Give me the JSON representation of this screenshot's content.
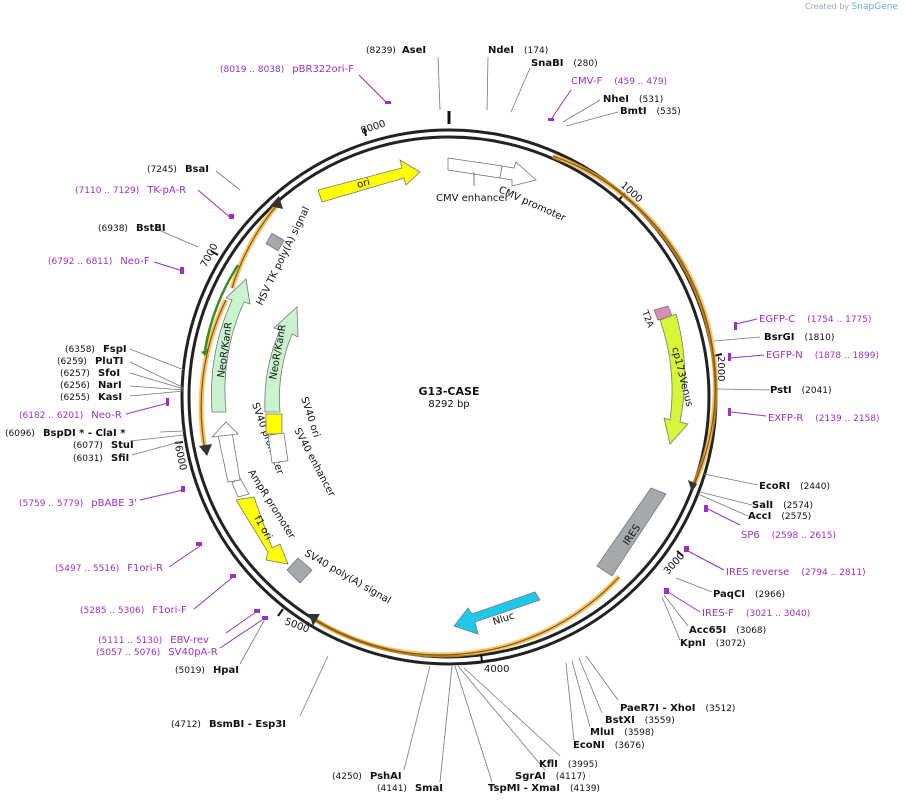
{
  "credit": {
    "prefix": "Created by",
    "brand": "SnapGene"
  },
  "plasmid": {
    "name": "G13-CASE",
    "size": "8292 bp"
  },
  "ticks": [
    "1000",
    "2000",
    "3000",
    "4000",
    "5000",
    "6000",
    "7000",
    "8000"
  ],
  "sites": [
    {
      "pos": "(8239)",
      "name": "AseI"
    },
    {
      "pos": "(174)",
      "name": "NdeI"
    },
    {
      "pos": "(280)",
      "name": "SnaBI"
    },
    {
      "pos": "(531)",
      "name": "NheI"
    },
    {
      "pos": "(535)",
      "name": "BmtI"
    },
    {
      "pos": "(1810)",
      "name": "BsrGI"
    },
    {
      "pos": "(2041)",
      "name": "PstI"
    },
    {
      "pos": "(2440)",
      "name": "EcoRI"
    },
    {
      "pos": "(2574)",
      "name": "SalI"
    },
    {
      "pos": "(2575)",
      "name": "AccI"
    },
    {
      "pos": "(2966)",
      "name": "PaqCI"
    },
    {
      "pos": "(3068)",
      "name": "Acc65I"
    },
    {
      "pos": "(3072)",
      "name": "KpnI"
    },
    {
      "pos": "(3512)",
      "name": "PaeR7I - XhoI"
    },
    {
      "pos": "(3559)",
      "name": "BstXI"
    },
    {
      "pos": "(3598)",
      "name": "MluI"
    },
    {
      "pos": "(3676)",
      "name": "EcoNI"
    },
    {
      "pos": "(3995)",
      "name": "KflI"
    },
    {
      "pos": "(4117)",
      "name": "SgrAI"
    },
    {
      "pos": "(4139)",
      "name": "TspMI - XmaI"
    },
    {
      "pos": "(4141)",
      "name": "SmaI"
    },
    {
      "pos": "(4250)",
      "name": "PshAI"
    },
    {
      "pos": "(4712)",
      "name": "BsmBI - Esp3I"
    },
    {
      "pos": "(5019)",
      "name": "HpaI"
    },
    {
      "pos": "(6031)",
      "name": "SfiI"
    },
    {
      "pos": "(6077)",
      "name": "StuI"
    },
    {
      "pos": "(6096)",
      "name": "BspDI * - ClaI *"
    },
    {
      "pos": "(6255)",
      "name": "KasI"
    },
    {
      "pos": "(6256)",
      "name": "NarI"
    },
    {
      "pos": "(6257)",
      "name": "SfoI"
    },
    {
      "pos": "(6259)",
      "name": "PluTI"
    },
    {
      "pos": "(6358)",
      "name": "FspI"
    },
    {
      "pos": "(6938)",
      "name": "BstBI"
    },
    {
      "pos": "(7245)",
      "name": "BsaI"
    }
  ],
  "primers": [
    {
      "name": "pBR322ori-F",
      "range": "(8019 .. 8038)"
    },
    {
      "name": "CMV-F",
      "range": "(459 .. 479)"
    },
    {
      "name": "EGFP-C",
      "range": "(1754 .. 1775)"
    },
    {
      "name": "EGFP-N",
      "range": "(1878 .. 1899)"
    },
    {
      "name": "EXFP-R",
      "range": "(2139 .. 2158)"
    },
    {
      "name": "SP6",
      "range": "(2598 .. 2615)"
    },
    {
      "name": "IRES reverse",
      "range": "(2794 .. 2811)"
    },
    {
      "name": "IRES-F",
      "range": "(3021 .. 3040)"
    },
    {
      "name": "EBV-rev",
      "range": "(5111 .. 5130)"
    },
    {
      "name": "SV40pA-R",
      "range": "(5057 .. 5076)"
    },
    {
      "name": "F1ori-F",
      "range": "(5285 .. 5306)"
    },
    {
      "name": "F1ori-R",
      "range": "(5497 .. 5516)"
    },
    {
      "name": "pBABE 3'",
      "range": "(5759 .. 5779)"
    },
    {
      "name": "Neo-R",
      "range": "(6182 .. 6201)"
    },
    {
      "name": "Neo-F",
      "range": "(6792 .. 6811)"
    },
    {
      "name": "TK-pA-R",
      "range": "(7110 .. 7129)"
    }
  ],
  "features": {
    "ori": "ori",
    "cmv_enhancer": "CMV enhancer",
    "cmv_promoter": "CMV promoter",
    "t2a": "T2A",
    "venus": "cp173Venus",
    "ires": "IRES",
    "nluc": "Nluc",
    "sv40_polya": "SV40 poly(A) signal",
    "f1_ori": "f1 ori",
    "ampr_promoter": "AmpR promoter",
    "sv40_promoter": "SV40 promoter",
    "neor_outer": "NeoR/KanR",
    "neor_inner": "NeoR/KanR",
    "sv40_ori": "SV40 ori",
    "sv40_enhancer": "SV40 enhancer",
    "hsv_tk": "HSV TK poly(A) signal"
  },
  "colors": {
    "backbone": "#222222",
    "primer": "#9b30c8",
    "orange_arc": "#f5a623",
    "yellow": "#ffff00",
    "green_light": "#c9f2cf",
    "lime": "#d8f53a",
    "cyan": "#1ec8e8",
    "grey": "#a3a9ad",
    "pink": "#d58fb0",
    "dark_green": "#3d8a1e"
  }
}
